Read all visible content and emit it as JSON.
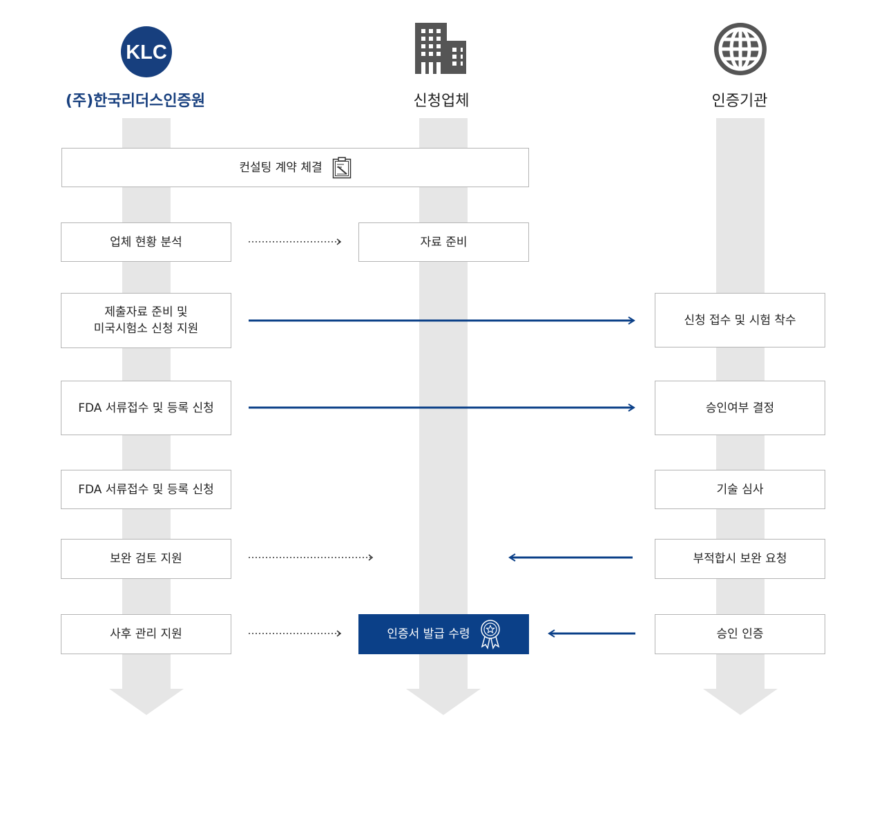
{
  "columns": {
    "klc": {
      "logo_text": "KLC",
      "label": "(주)한국리더스인증원",
      "brand_color": "#173f7e",
      "icon": "klc-logo"
    },
    "applicant": {
      "label": "신청업체",
      "icon": "building-icon"
    },
    "certifier": {
      "label": "인증기관",
      "icon": "globe-icon"
    }
  },
  "steps": {
    "contract": "컨설팅 계약 체결",
    "analysis": "업체 현황 분석",
    "prep_materials": "자료 준비",
    "submit_support": "제출자료 준비 및\n미국시험소 신청 지원",
    "accept_test": "신청 접수 및 시험 착수",
    "fda_register_1": "FDA 서류접수 및 등록 신청",
    "approval_decision": "승인여부 결정",
    "fda_register_2": "FDA 서류접수 및 등록 신청",
    "tech_review": "기술 심사",
    "supplement_support": "보완 검토 지원",
    "supplement_request": "부적합시 보완 요청",
    "aftercare": "사후 관리 지원",
    "cert_issue": "인증서 발급 수령",
    "approve_cert": "승인 인증"
  },
  "icons": {
    "contract": "clipboard-icon",
    "cert_issue": "award-ribbon-icon"
  },
  "colors": {
    "accent": "#0b4088",
    "lane": "#e6e6e6",
    "dark_text": "#222222",
    "dotted_arrow": "#333333"
  }
}
